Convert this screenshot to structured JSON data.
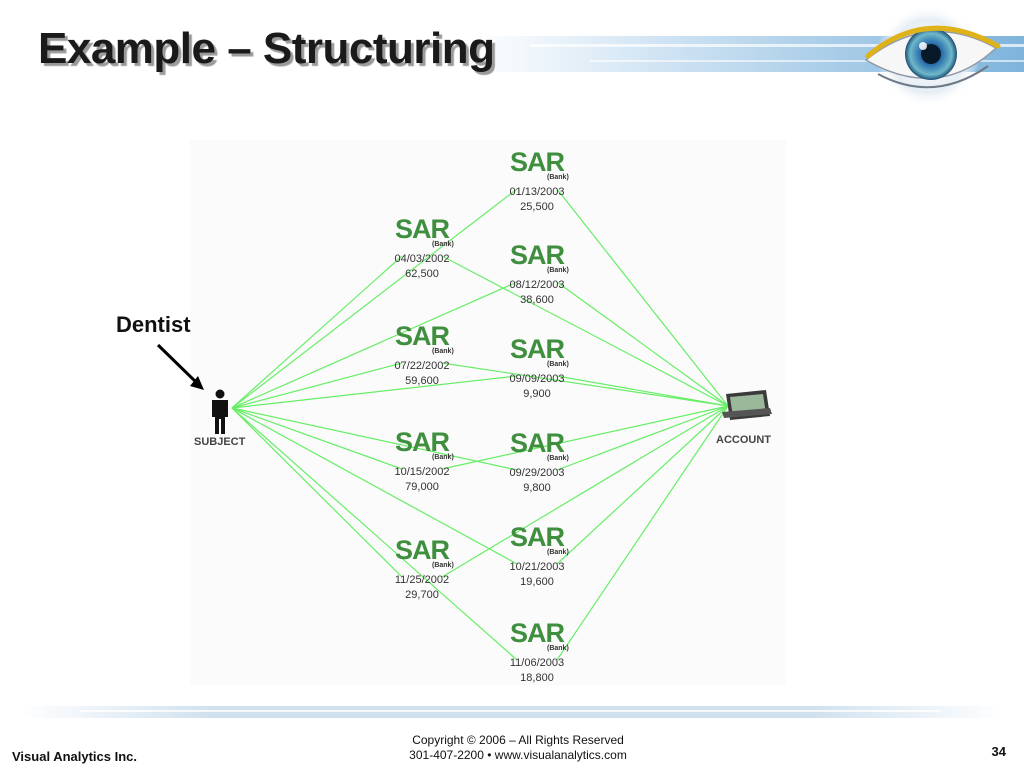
{
  "slide": {
    "title": "Example – Structuring",
    "footer": {
      "company": "Visual Analytics Inc.",
      "copyright_line1": "Copyright © 2006 – All Rights Reserved",
      "copyright_line2": "301-407-2200 • www.visualanalytics.com",
      "page_number": "34"
    }
  },
  "diagram": {
    "callout": "Dentist",
    "subject": {
      "label": "SUBJECT",
      "icon": "person-icon"
    },
    "account": {
      "label": "ACCOUNT",
      "icon": "laptop-icon"
    },
    "line_color": "#66ee66",
    "sar_reports": [
      {
        "word": "SAR",
        "bank": "(Bank)",
        "date": "01/13/2003",
        "amount": "25,500"
      },
      {
        "word": "SAR",
        "bank": "(Bank)",
        "date": "04/03/2002",
        "amount": "62,500"
      },
      {
        "word": "SAR",
        "bank": "(Bank)",
        "date": "08/12/2003",
        "amount": "38,600"
      },
      {
        "word": "SAR",
        "bank": "(Bank)",
        "date": "07/22/2002",
        "amount": "59,600"
      },
      {
        "word": "SAR",
        "bank": "(Bank)",
        "date": "09/09/2003",
        "amount": "9,900"
      },
      {
        "word": "SAR",
        "bank": "(Bank)",
        "date": "10/15/2002",
        "amount": "79,000"
      },
      {
        "word": "SAR",
        "bank": "(Bank)",
        "date": "09/29/2003",
        "amount": "9,800"
      },
      {
        "word": "SAR",
        "bank": "(Bank)",
        "date": "11/25/2002",
        "amount": "29,700"
      },
      {
        "word": "SAR",
        "bank": "(Bank)",
        "date": "10/21/2003",
        "amount": "19,600"
      },
      {
        "word": "SAR",
        "bank": "(Bank)",
        "date": "11/06/2003",
        "amount": "18,800"
      }
    ]
  }
}
